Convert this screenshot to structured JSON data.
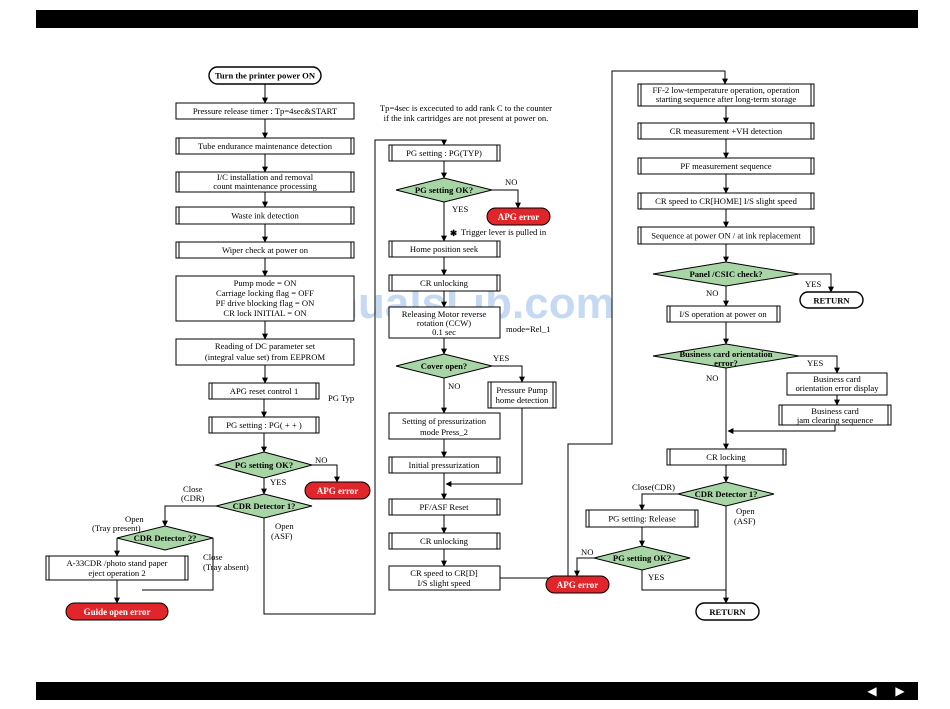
{
  "watermark": "ManualsLib.com",
  "nav": {
    "prev": "◀",
    "next": "▶"
  },
  "col1": {
    "start": "Turn the printer power ON",
    "b1": "Pressure release timer : Tp=4sec&START",
    "b2": "Tube endurance maintenance detection",
    "b3": [
      "I/C installation and removal",
      "count maintenance processing"
    ],
    "b4": "Waste ink detection",
    "b5": "Wiper check at power on",
    "b6": [
      "Pump mode = ON",
      "Carriage locking flag = OFF",
      "PF drive blocking flag = ON",
      "CR lock INITIAL = ON"
    ],
    "b7": [
      "Reading of DC parameter set",
      "(integral value set) from EEPROM"
    ],
    "b8": "APG reset control 1",
    "pg_typ": "PG  Typ",
    "b9": "PG setting : PG( + + )",
    "d1": "PG setting OK?",
    "d1_no": "NO",
    "d1_yes": "YES",
    "err1": "APG error",
    "d2": "CDR Detector 1?",
    "d2_close": [
      "Close",
      "(CDR)"
    ],
    "d2_open": [
      "Open",
      "(ASF)"
    ],
    "d3": "CDR Detector 2?",
    "d3_open": [
      "Open",
      "(Tray present)"
    ],
    "d3_close": [
      "Close",
      "(Tray absent)"
    ],
    "b10": [
      "A-33CDR /photo stand paper",
      "eject operation 2"
    ],
    "err2": "Guide open error"
  },
  "col2": {
    "note": [
      "Tp=4sec is excecuted to add rank C to the counter",
      "if the ink cartridges are not present at power on."
    ],
    "b1": "PG setting : PG(TYP)",
    "d1": "PG setting OK?",
    "d1_no": "NO",
    "d1_yes": "YES",
    "err1": "APG error",
    "trigger": "Trigger lever is pulled in",
    "b2": "Home position seek",
    "b3": "CR unlocking",
    "b4": [
      "Releasing Motor reverse",
      "rotation (CCW)",
      "0.1 sec"
    ],
    "mode": "mode=Rel_1",
    "d2": "Cover open?",
    "d2_yes": "YES",
    "d2_no": "NO",
    "b5": [
      "Pressure Pump",
      "home detection"
    ],
    "b6": [
      "Setting of pressurization",
      "mode Press_2"
    ],
    "b7": "Initial pressurization",
    "b8": "PF/ASF Reset",
    "b9": "CR unlocking",
    "b10": [
      "CR speed to CR[D]",
      "I/S slight speed"
    ]
  },
  "col3": {
    "b1": [
      "FF-2 low-temperature operation, operation",
      "starting sequence after long-term storage"
    ],
    "b2": "CR measurement +VH detection",
    "b3": "PF measurement sequence",
    "b4": "CR speed to CR[HOME] I/S slight speed",
    "b5": "Sequence at power ON / at ink replacement",
    "d1": "Panel /CSIC check?",
    "d1_yes": "YES",
    "d1_no": "NO",
    "ret1": "RETURN",
    "b6": "I/S operation at power on",
    "d2": [
      "Business card orientation",
      "error?"
    ],
    "d2_yes": "YES",
    "d2_no": "NO",
    "b7": [
      "Business card",
      "orientation error display"
    ],
    "b8": [
      "Business card",
      "jam clearing sequence"
    ],
    "b9": "CR locking",
    "d3": "CDR Detector 1?",
    "d3_close": "Close(CDR)",
    "d3_open": [
      "Open",
      "(ASF)"
    ],
    "b10": "PG setting: Release",
    "d4": "PG setting OK?",
    "d4_no": "NO",
    "d4_yes": "YES",
    "err1": "APG error",
    "ret2": "RETURN"
  }
}
